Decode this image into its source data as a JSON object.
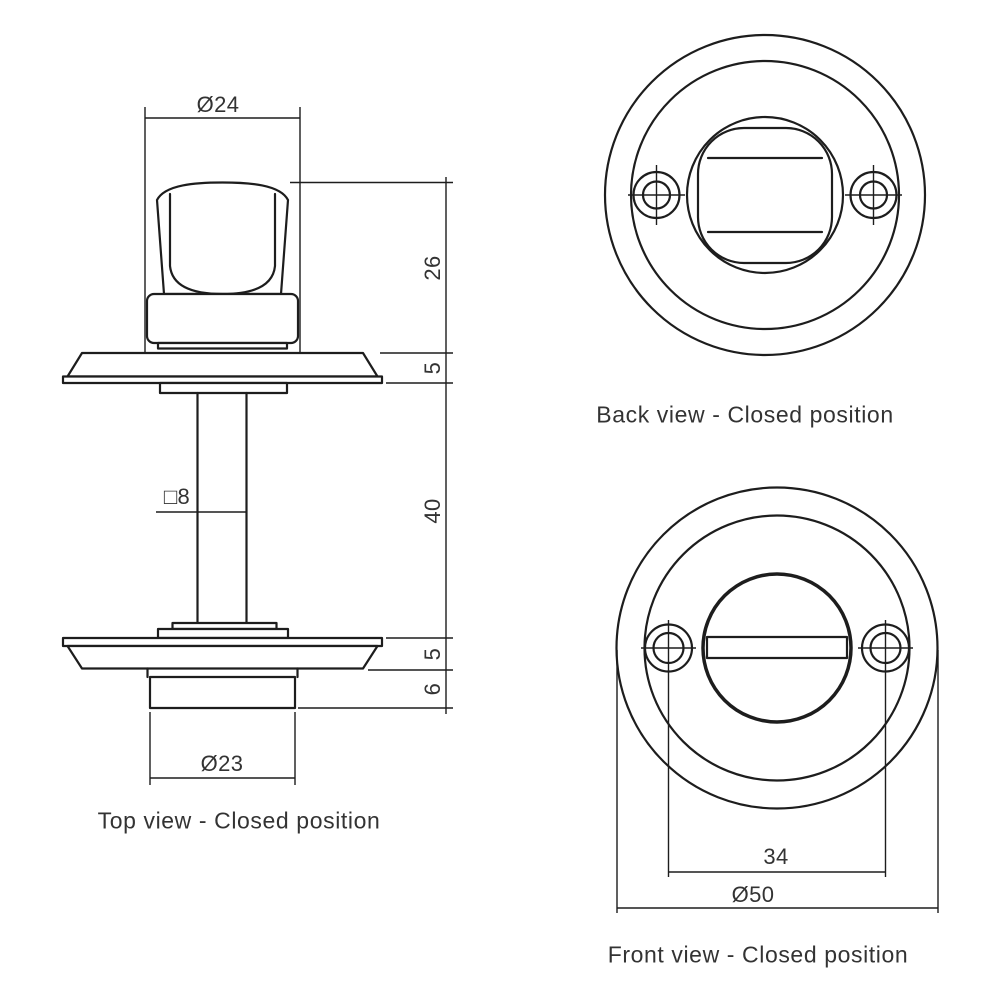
{
  "views": {
    "top_view": {
      "caption": "Top view - Closed position",
      "dimensions": {
        "knob_diameter": "Ø24",
        "knob_height": "26",
        "top_rose_thickness": "5",
        "spindle_length": "40",
        "bottom_rose_thickness": "5",
        "cylinder_height": "6",
        "cylinder_diameter": "Ø23",
        "spindle_square": "□8"
      }
    },
    "back_view": {
      "caption": "Back view - Closed position"
    },
    "front_view": {
      "caption": "Front view - Closed position",
      "dimensions": {
        "screw_spacing": "34",
        "rose_diameter": "Ø50"
      }
    }
  },
  "colors": {
    "line": "#1d1d1d",
    "text": "#333333",
    "background": "#ffffff"
  }
}
